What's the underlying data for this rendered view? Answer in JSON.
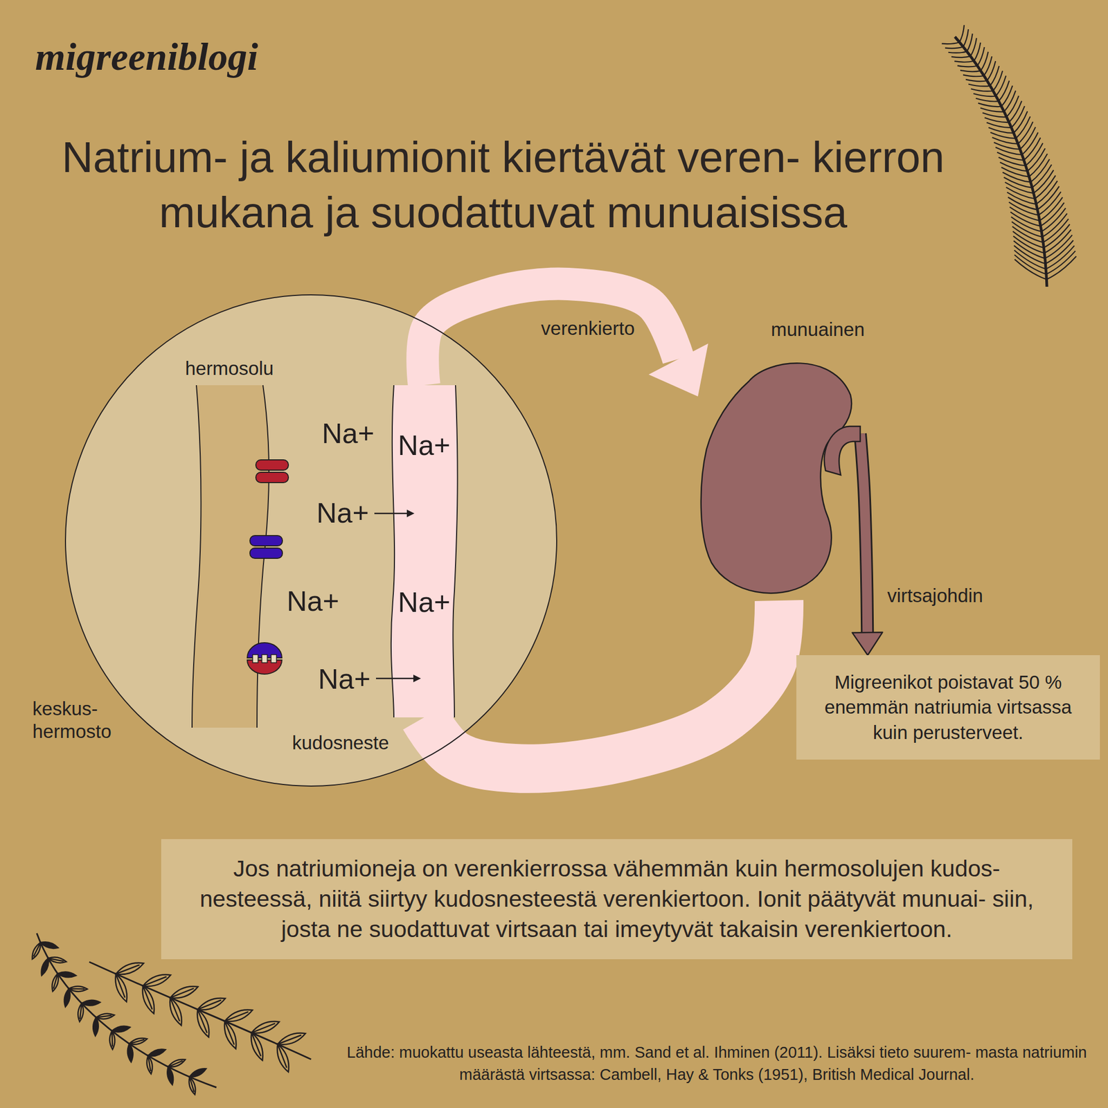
{
  "diagram": {
    "title": "Natrium- ja kaliumionit kiertävät veren- kierron mukana ja suodattuvat munuaisissa",
    "caption": "Jos natriumioneja on verenkierrossa vähemmän kuin hermosolujen kudos- nesteessä, niitä siirtyy kudosnesteestä verenkiertoon. Ionit päätyvät munuai- siin, josta ne suodattuvat virtsaan tai imeytyvät takaisin verenkiertoon.",
    "nodes": [
      {
        "text": [
          "keskus- hermosto"
        ]
      },
      {
        "text": [
          "hermosolu"
        ],
        "in": 0
      },
      {
        "text": [
          "Na+",
          "Na+"
        ],
        "in": 0
      },
      {
        "text": [
          "munuainen"
        ]
      },
      {
        "text": [
          "Migreenikot poistavat 50 % enemmän natriumia virtsassa kuin perusterveet."
        ]
      }
    ],
    "edges": [
      {
        "from": 2,
        "to": 3,
        "label": "verenkierto",
        "arrow": "to"
      },
      {
        "from": 3,
        "to": 2,
        "arrow": "none"
      },
      {
        "from": 3,
        "to": 4,
        "label": "virtsajohdin",
        "arrow": "to"
      }
    ],
    "labels": [
      "migreeniblogi",
      "Na+",
      "Na+",
      "Na+",
      "Na+",
      "kudosneste",
      "Lähde: muokattu useasta lähteestä, mm.  Sand et al. Ihminen (2011). Lisäksi tieto suurem- masta natriumin määrästä virtsassa: Cambell, Hay & Tonks (1951), British Medical Journal."
    ]
  }
}
